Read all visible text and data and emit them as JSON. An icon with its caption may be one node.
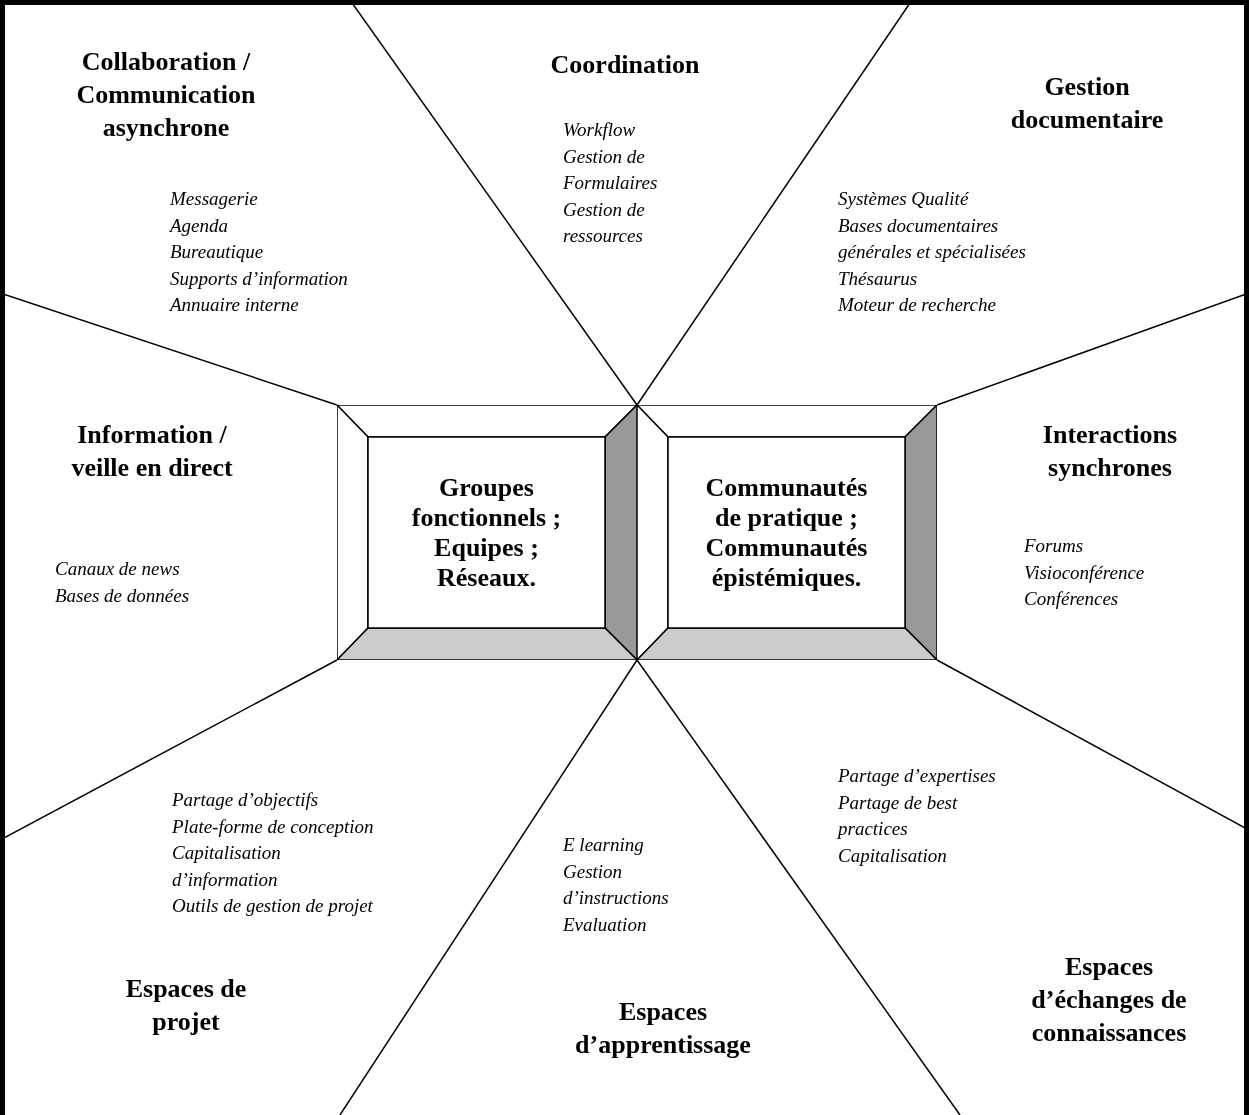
{
  "diagram": {
    "nodes": [
      {
        "text": [
          "Groupes fonctionnels ; Equipes ; Réseaux."
        ]
      },
      {
        "text": [
          "Communautés de pratique ; Communautés épistémiques."
        ]
      }
    ],
    "labels": [
      "Collaboration / Communication asynchrone",
      "Messagerie",
      "Agenda",
      "Bureautique",
      "Supports d’information",
      "Annuaire interne",
      "Coordination",
      "Workflow",
      "Gestion de Formulaires",
      "Gestion de ressources",
      "Gestion documentaire",
      "Systèmes Qualité",
      "Bases documentaires générales et spécialisées",
      "Thésaurus",
      "Moteur de recherche",
      "Information / veille en direct",
      "Canaux de news",
      "Bases de données",
      "Interactions synchrones",
      "Forums",
      "Visioconférence",
      "Conférences",
      "Partage d’objectifs",
      "Plate-forme de conception",
      "Capitalisation d’information",
      "Outils de gestion de projet",
      "Espaces de projet",
      "E learning",
      "Gestion d’instructions",
      "Evaluation",
      "Espaces d’apprentissage",
      "Partage d’expertises",
      "Partage de best practices",
      "Capitalisation",
      "Espaces d’échanges de connaissances"
    ]
  }
}
